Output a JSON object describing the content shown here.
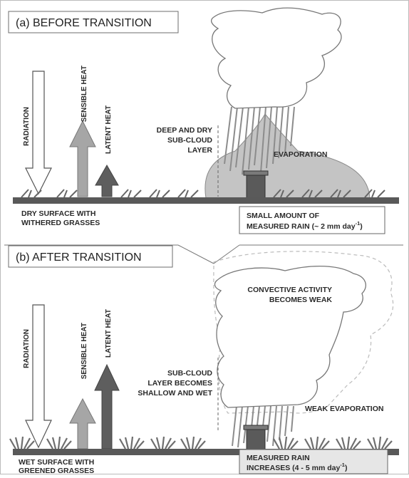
{
  "panel_a": {
    "title": "(a)  BEFORE TRANSITION",
    "radiation": "RADIATION",
    "sensible_heat": "SENSIBLE HEAT",
    "latent_heat": "LATENT HEAT",
    "subcloud": [
      "DEEP AND DRY",
      "SUB-CLOUD",
      "LAYER"
    ],
    "evaporation": "EVAPORATION",
    "surface": [
      "DRY SURFACE WITH",
      "WITHERED GRASSES"
    ],
    "rain_line1": "SMALL AMOUNT OF",
    "rain_line2_pre": "MEASURED RAIN (~ 2 mm day",
    "rain_sup": "-1",
    "rain_line2_post": ")"
  },
  "panel_b": {
    "title": "(b)  AFTER TRANSITION",
    "radiation": "RADIATION",
    "sensible_heat": "SENSIBLE HEAT",
    "latent_heat": "LATENT HEAT",
    "convective": [
      "CONVECTIVE ACTIVITY",
      "BECOMES WEAK"
    ],
    "subcloud": [
      "SUB-CLOUD",
      "LAYER BECOMES",
      "SHALLOW AND WET"
    ],
    "evaporation": "WEAK EVAPORATION",
    "surface": [
      "WET SURFACE WITH",
      "GREENED GRASSES"
    ],
    "rain_line1": "MEASURED RAIN",
    "rain_line2_pre": "INCREASES (4 - 5 mm day",
    "rain_sup": "-1",
    "rain_line2_post": ")"
  },
  "colors": {
    "ground": "#595959",
    "cloud_fill": "#ffffff",
    "cloud_stroke": "#777777",
    "evap_fill": "#c4c4c4",
    "rain_gray": "#8c8c8c",
    "sensible_arrow": "#a6a6a6",
    "latent_arrow": "#5e5e5e",
    "frame_border": "#bbbbbb"
  }
}
